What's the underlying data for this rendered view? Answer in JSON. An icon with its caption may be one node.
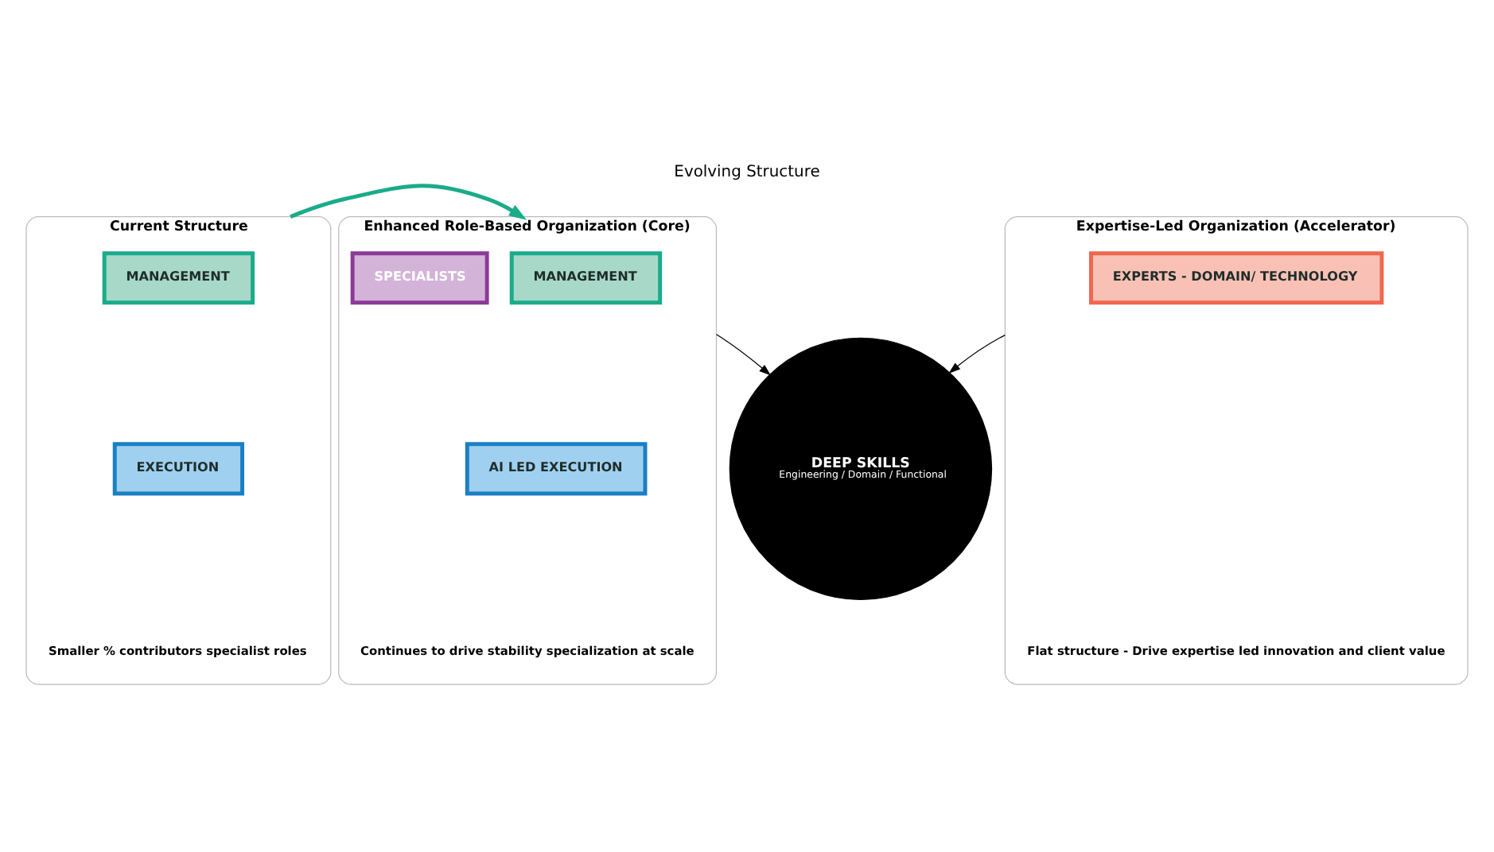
{
  "diagram": {
    "title": "Evolving Structure",
    "nodes": [
      {
        "text": [
          "Current Structure"
        ],
        "beside": [
          "Smaller % contributors specialist roles"
        ]
      },
      {
        "text": [
          "MANAGEMENT"
        ],
        "in": 0
      },
      {
        "text": [
          "EXECUTION"
        ],
        "in": 0
      },
      {
        "text": [
          "Enhanced Role-Based Organization (Core)"
        ],
        "beside": [
          "Continues to drive stability specialization at scale"
        ]
      },
      {
        "text": [
          "MANAGEMENT"
        ],
        "in": 3
      },
      {
        "text": [
          "SPECIALISTS"
        ],
        "in": 3
      },
      {
        "text": [
          "AI LED EXECUTION"
        ],
        "in": 3
      },
      {
        "text": [
          "Expertise-Led Organization (Accelerator)"
        ],
        "beside": [
          "Flat structure - Drive expertise led innovation and client value"
        ]
      },
      {
        "text": [
          "EXPERTS - DOMAIN/ TECHNOLOGY"
        ],
        "in": 7
      },
      {
        "text": [
          "DEEP SKILLS",
          "Engineering / Domain / Functional"
        ]
      }
    ],
    "edges": [
      {
        "from": 0,
        "to": 3,
        "arrow": "to",
        "color": "#1aab8a",
        "style": "thick"
      },
      {
        "from": 3,
        "to": 9,
        "arrow": "to"
      },
      {
        "from": 7,
        "to": 9,
        "arrow": "to"
      }
    ]
  }
}
